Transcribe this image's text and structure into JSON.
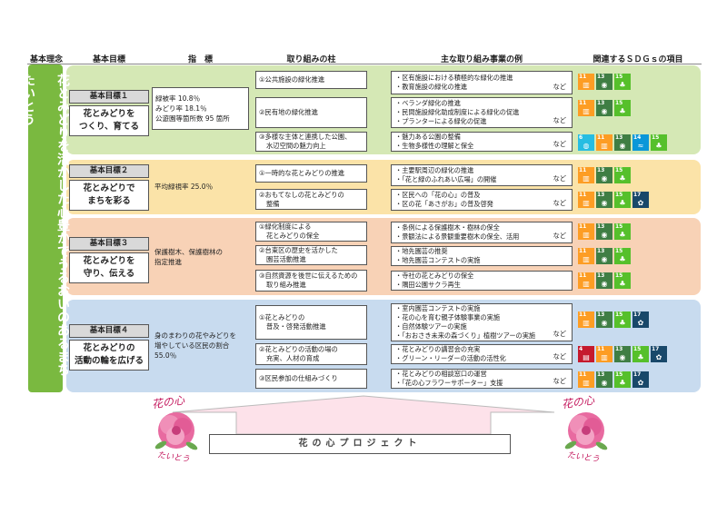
{
  "headers": {
    "philosophy": "基本理念",
    "goal": "基本目標",
    "indicator": "指　標",
    "pillar": "取り組みの柱",
    "projects": "主な取り組み事業の例",
    "sdgs": "関連するＳＤＧｓの項目"
  },
  "philosophy": "花とみどりを活かした心豊かでうるおいのあるまち　たいとう",
  "goals": [
    {
      "number": "基本目標１",
      "name_line1": "花とみどりを",
      "name_line2": "つくり、育てる",
      "indicators": [
        "緑被率 10.8％",
        "みどり率 18.1％",
        "公遊園等箇所数 95 箇所"
      ],
      "pillars": [
        {
          "lines": [
            "①公共施設の緑化推進"
          ]
        },
        {
          "lines": [
            "②民有地の緑化推進"
          ]
        },
        {
          "lines": [
            "③多様な主体と連携した公園、",
            "水辺空間の魅力向上"
          ]
        }
      ],
      "projects": [
        {
          "lines": [
            "・区有施設における積極的な緑化の推進",
            "・教育施設の緑化の推進"
          ],
          "etc": "など"
        },
        {
          "lines": [
            "・ベランダ緑化の推進",
            "・民間施設緑化助成制度による緑化の促進",
            "・プランターによる緑化の促進"
          ],
          "etc": "など"
        },
        {
          "lines": [
            "・魅力ある公園の整備",
            "・生物多様性の理解と保全"
          ],
          "etc": "など"
        }
      ]
    },
    {
      "number": "基本目標２",
      "name_line1": "花とみどりで",
      "name_line2": "まちを彩る",
      "indicators": [
        "平均緑視率 25.0％"
      ],
      "pillars": [
        {
          "lines": [
            "①一時的な花とみどりの推進"
          ]
        },
        {
          "lines": [
            "②おもてなしの花とみどりの",
            "整備"
          ]
        }
      ],
      "projects": [
        {
          "lines": [
            "・主要駅周辺の緑化の推進",
            "・「花と緑のふれあい広場」の開催"
          ],
          "etc": "など"
        },
        {
          "lines": [
            "・区民への「花の心」の普及",
            "・区の花「あさがお」の普及啓発"
          ],
          "etc": "など"
        }
      ]
    },
    {
      "number": "基本目標３",
      "name_line1": "花とみどりを",
      "name_line2": "守り、伝える",
      "indicators": [
        "保護樹木、保護樹林の",
        "指定推進"
      ],
      "pillars": [
        {
          "lines": [
            "①緑化制度による",
            "花とみどりの保全"
          ]
        },
        {
          "lines": [
            "②台東区の歴史を活かした",
            "園芸活動推進"
          ]
        },
        {
          "lines": [
            "③自然資源を後世に伝えるための",
            "取り組み推進"
          ]
        }
      ],
      "projects": [
        {
          "lines": [
            "・条例による保護樹木・樹林の保全",
            "・景観法による景観重要樹木の保全、活用"
          ],
          "etc": "など"
        },
        {
          "lines": [
            "・地先園芸の推奨",
            "・地先園芸コンテストの実施"
          ],
          "etc": ""
        },
        {
          "lines": [
            "・寺社の花とみどりの保全",
            "・隅田公園サクラ再生"
          ],
          "etc": ""
        }
      ]
    },
    {
      "number": "基本目標４",
      "name_line1": "花とみどりの",
      "name_line2": "活動の輪を広げる",
      "indicators": [
        "身のまわりの花やみどりを",
        "増やしている区民の割合",
        "55.0％"
      ],
      "pillars": [
        {
          "lines": [
            "①花とみどりの",
            "普及・啓発活動推進"
          ]
        },
        {
          "lines": [
            "②花とみどりの活動の場の",
            "充実、人材の育成"
          ]
        },
        {
          "lines": [
            "③区民参加の仕組みづくり"
          ]
        }
      ],
      "projects": [
        {
          "lines": [
            "・室内園芸コンテストの実施",
            "・花の心を育む親子体験事業の実施",
            "・自然体験ツアーの実施",
            "・「おおさき未来の森づくり」植樹ツアーの実施"
          ],
          "etc": "など"
        },
        {
          "lines": [
            "・花とみどりの講習会の充実",
            "・グリーン・リーダーの活動の活性化"
          ],
          "etc": "など"
        },
        {
          "lines": [
            "・花とみどりの相談窓口の運営",
            "・「花の心フラワーサポーター」支援"
          ],
          "etc": "など"
        }
      ]
    }
  ],
  "sdg_rows": [
    [
      11,
      13,
      15
    ],
    [
      11,
      13,
      15
    ],
    [
      6,
      11,
      13,
      14,
      15
    ],
    [
      11,
      13,
      15
    ],
    [
      11,
      13,
      15,
      17
    ],
    [
      11,
      13,
      15
    ],
    [
      11,
      13,
      15
    ],
    [
      11,
      13,
      15
    ],
    [
      11,
      13,
      15,
      17
    ],
    [
      4,
      11,
      13,
      15,
      17
    ],
    [
      11,
      13,
      15,
      17
    ]
  ],
  "sdg_colors": {
    "4": "#c5192d",
    "6": "#26bde2",
    "11": "#fd9d24",
    "13": "#3f7e44",
    "14": "#0a97d9",
    "15": "#56c02b",
    "17": "#19486a"
  },
  "project_banner": "花の心プロジェクト",
  "logo": {
    "top_text": "花の心",
    "bottom_text": "たいとう"
  },
  "band_colors": [
    "#d5e8b5",
    "#fbe3a8",
    "#f8d2b6",
    "#c8dbef"
  ]
}
